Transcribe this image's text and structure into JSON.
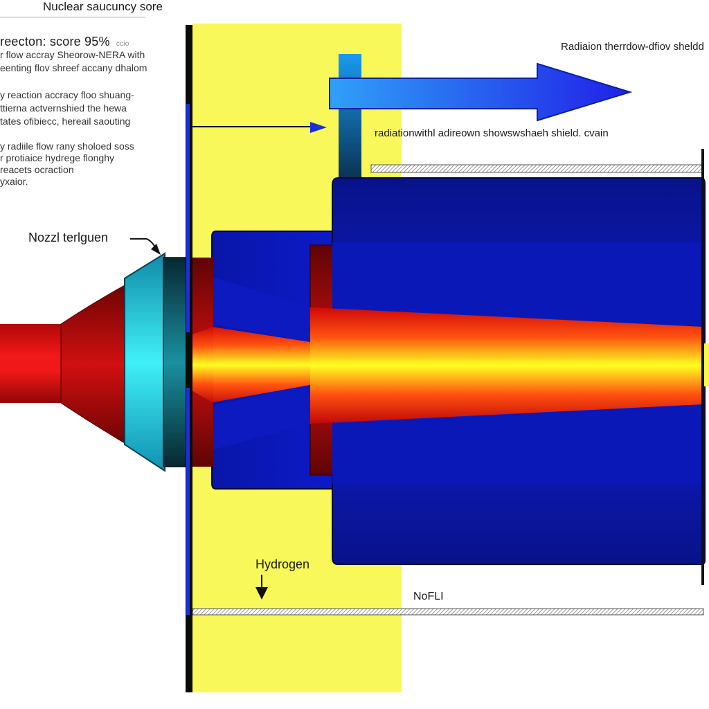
{
  "labels": {
    "title": "Nuclear saucuncy sore",
    "score_line": "reecton: score 95%",
    "score_tag": "ccio",
    "notes_group_1": [
      "r flow accray Sheorow-NERA with",
      "eenting flov shreef accany dhalom"
    ],
    "notes_group_2": [
      "y reaction accracy floo shuang-",
      "ttierna actvernshied the hewa",
      "tates ofibiecc, hereail saouting"
    ],
    "notes_group_3": [
      "y radiile flow rany sholoed soss",
      "r protiaice hydrege flonghy",
      "reacets ocraction",
      "yxaior."
    ],
    "radiation_title": "Radiaion therrdow-dfiov sheldd",
    "radiation_note": "radiationwithl adireown showswshaeh shield. cvain",
    "nozzle_label": "Nozzl terlguen",
    "hydrogen_label": "Hydrogen",
    "bottom_label": "NoFLI"
  },
  "colors": {
    "shield_yellow": "#f8f85a",
    "reactor_blue": "#0a18b8",
    "reactor_deep_blue": "#060f80",
    "flame_red": "#e01010",
    "flame_yellow": "#ffff20",
    "nozzle_cyan": "#2ae6f0",
    "arrow_blue": "#1a50f0",
    "shield_plate": "#101010"
  }
}
